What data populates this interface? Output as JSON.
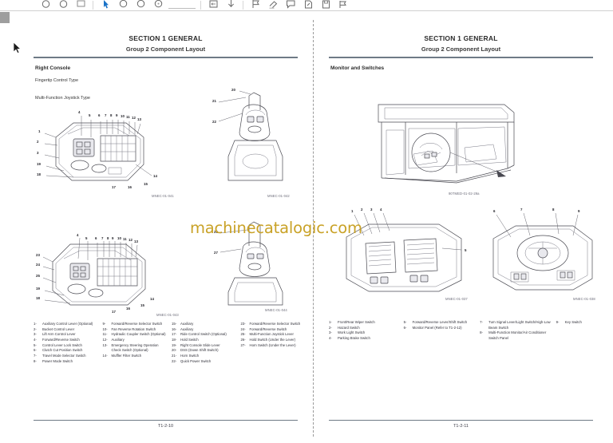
{
  "app": {
    "toolbar": {
      "zoom_value": "",
      "page_value": "",
      "buttons": [
        {
          "name": "rotate-counterclockwise-icon",
          "label": ""
        },
        {
          "name": "rotate-clockwise-icon",
          "label": ""
        },
        {
          "name": "zoom-fit-icon",
          "label": ""
        },
        {
          "name": "zoom-percent-field",
          "label": ""
        },
        {
          "name": "select-tool-icon",
          "label": ""
        },
        {
          "name": "zoom-out-icon",
          "label": ""
        },
        {
          "name": "zoom-in-icon",
          "label": ""
        },
        {
          "name": "zoom-reset-icon",
          "label": ""
        },
        {
          "name": "page-number-field",
          "label": ""
        },
        {
          "name": "fit-width-icon",
          "label": ""
        },
        {
          "name": "download-icon",
          "label": ""
        },
        {
          "name": "flag-icon",
          "label": ""
        },
        {
          "name": "highlight-icon",
          "label": ""
        },
        {
          "name": "comment-icon",
          "label": ""
        },
        {
          "name": "sign-icon",
          "label": ""
        },
        {
          "name": "save-icon",
          "label": ""
        },
        {
          "name": "share-icon",
          "label": ""
        }
      ]
    },
    "watermark": "machinecatalogic.com"
  },
  "left_page": {
    "title": "SECTION 1 GENERAL",
    "subtitle": "Group 2 Component Layout",
    "section_label": "Right Console",
    "figure_1_label": "Fingertip Control Type",
    "figure_2_label": "Multi-Function Joystick Type",
    "figure_ids": {
      "f1": "MNEC-01-041",
      "f2": "MNEC-01-042",
      "f3": "MNEC-01-043",
      "f4": "MNEC-01-044"
    },
    "footer_page": "T1-2-10",
    "legend_columns": [
      [
        {
          "num": "1-",
          "text": "Auxiliary Control Lever (Optional)"
        },
        {
          "num": "2-",
          "text": "Bucket Control Lever"
        },
        {
          "num": "3-",
          "text": "Lift Arm Control Lever"
        },
        {
          "num": "4-",
          "text": "Forward/Reverse Switch"
        },
        {
          "num": "5-",
          "text": "Control Lever Lock Switch"
        },
        {
          "num": "6-",
          "text": "Clutch Cut Position Switch"
        },
        {
          "num": "7-",
          "text": "Travel Mode Selector Switch"
        },
        {
          "num": "8-",
          "text": "Power Mode Switch"
        }
      ],
      [
        {
          "num": "9-",
          "text": "Forward/Reverse Selector Switch"
        },
        {
          "num": "10-",
          "text": "Fan Reverse Rotation Switch"
        },
        {
          "num": "11-",
          "text": "Hydraulic Coupler Switch (Optional)"
        },
        {
          "num": "12-",
          "text": "Auxiliary"
        },
        {
          "num": "13-",
          "text": "Emergency Steering Operation Check Switch (Optional)"
        },
        {
          "num": "14-",
          "text": "Muffler Filter Switch"
        }
      ],
      [
        {
          "num": "15-",
          "text": "Auxiliary"
        },
        {
          "num": "16-",
          "text": "Auxiliary"
        },
        {
          "num": "17-",
          "text": "Ride Control Switch (Optional)"
        },
        {
          "num": "18-",
          "text": "Hold Switch"
        },
        {
          "num": "19-",
          "text": "Right Console Slide Lever"
        },
        {
          "num": "20-",
          "text": "DSS (Down Shift Switch)"
        },
        {
          "num": "21-",
          "text": "Horn Switch"
        },
        {
          "num": "22-",
          "text": "Quick Power Switch"
        }
      ],
      [
        {
          "num": "23-",
          "text": "Forward/Reverse Selector Switch"
        },
        {
          "num": "24-",
          "text": "Forward/Reverse Switch"
        },
        {
          "num": "25-",
          "text": "Multi-Function Joystick Lever"
        },
        {
          "num": "26-",
          "text": "Hold Switch (Under the Lever)"
        },
        {
          "num": "27-",
          "text": "Horn Switch (Under the Lever)"
        }
      ]
    ]
  },
  "right_page": {
    "title": "SECTION 1 GENERAL",
    "subtitle": "Group 2 Component Layout",
    "section_label": "Monitor and Switches",
    "figure_ids": {
      "f1": "90TMED-01-02-29a",
      "f2": "MNEC-01-037",
      "f3": "MNEC-01-038"
    },
    "footer_page": "T1-2-11",
    "legend_columns": [
      [
        {
          "num": "1-",
          "text": "Front/Rear Wiper Switch"
        },
        {
          "num": "2-",
          "text": "Hazard Switch"
        },
        {
          "num": "3-",
          "text": "Work Light Switch"
        },
        {
          "num": "4-",
          "text": "Parking Brake Switch"
        }
      ],
      [
        {
          "num": "5-",
          "text": "Forward/Reverse Lever/Shift Switch"
        },
        {
          "num": "6-",
          "text": "Monitor Panel (Refer to T1-2-12)"
        }
      ],
      [
        {
          "num": "7-",
          "text": "Turn Signal Lever/Light Switch/High-Low Beam Switch"
        },
        {
          "num": "8-",
          "text": "Multi-Function Monitor/Air Conditioner Switch Panel"
        }
      ],
      [
        {
          "num": "9-",
          "text": "Key Switch"
        }
      ]
    ]
  }
}
